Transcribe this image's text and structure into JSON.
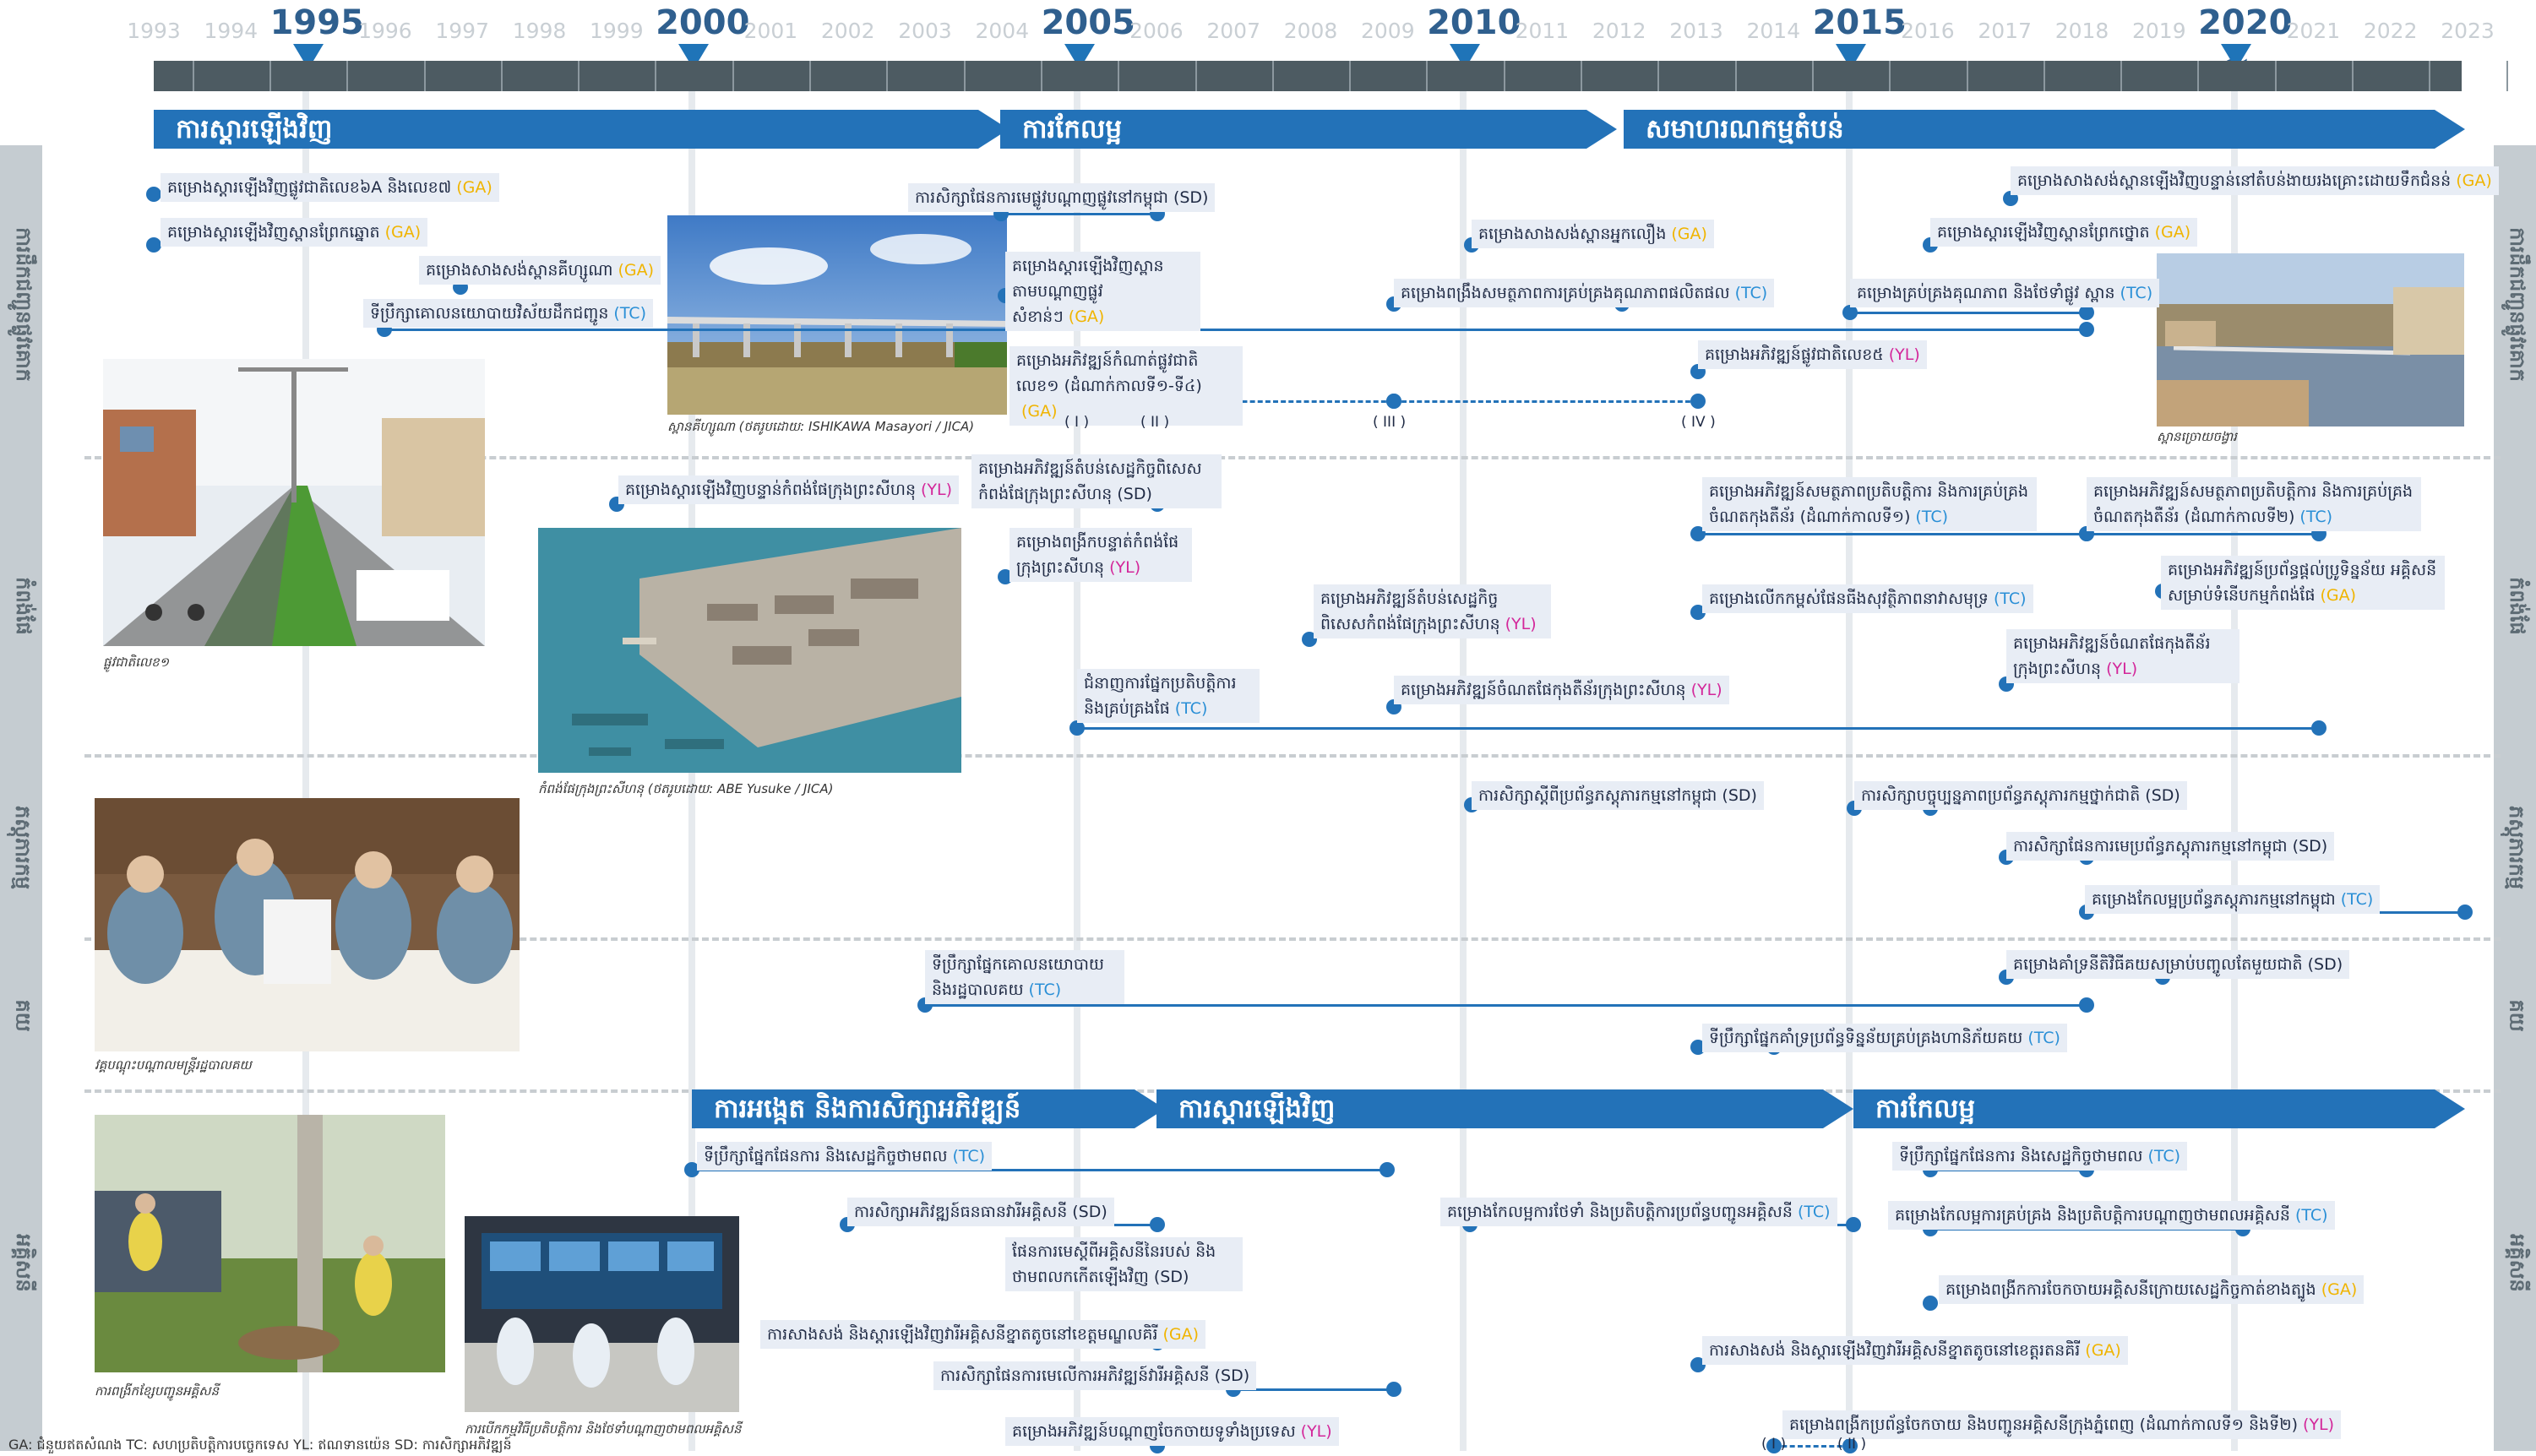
{
  "years": {
    "labels": [
      "1993",
      "1994",
      "1995",
      "1996",
      "1997",
      "1998",
      "1999",
      "2000",
      "2001",
      "2002",
      "2003",
      "2004",
      "2005",
      "2006",
      "2007",
      "2008",
      "2009",
      "2010",
      "2011",
      "2012",
      "2013",
      "2014",
      "2015",
      "2016",
      "2017",
      "2018",
      "2019",
      "2020 ~",
      "2021",
      "2022",
      "2023"
    ],
    "major": [
      "1995",
      "2000",
      "2005",
      "2010",
      "2015",
      "2020 ~"
    ]
  },
  "top_phases": [
    "ការស្តារឡើងវិញ",
    "ការកែលម្អ",
    "សមាហរណកម្មតំបន់"
  ],
  "power_phases": [
    "ការអង្កេត និងការសិក្សាអភិវឌ្ឍន៍",
    "ការស្តារឡើងវិញ",
    "ការកែលម្អ"
  ],
  "sections": {
    "transport": "ការដឹកជញ្ជូនផ្លូវគោក",
    "port": "កំពង់ផែ",
    "customs": "ភស្តុភារកម្ម",
    "tax": "គយ",
    "power": "អគ្គិសនី"
  },
  "projects": [
    {
      "text": "គម្រោងស្តារឡើងវិញផ្លូវជាតិលេខ៦A និងលេខ៧",
      "tag": "(GA)"
    },
    {
      "text": "គម្រោងស្តារឡើងវិញស្ពានព្រែកឆ្នោត",
      "tag": "(GA)"
    },
    {
      "text": "គម្រោងសាងសង់ស្ពានគីហ្សូណា",
      "tag": "(GA)"
    },
    {
      "text": "ទីប្រឹក្សាគោលនយោបាយវិស័យដឹកជញ្ជូន",
      "tag": "(TC)"
    },
    {
      "text": "ការសិក្សាផែនការមេផ្លូវបណ្តាញផ្លូវនៅកម្ពុជា",
      "tag": "(SD)"
    },
    {
      "text": "គម្រោងស្តារឡើងវិញស្ពាន តាមបណ្តាញផ្លូវសំខាន់ៗ",
      "tag": "(GA)"
    },
    {
      "text": "គម្រោងអភិវឌ្ឍន៍កំណាត់ផ្លូវជាតិ លេខ១ (ដំណាក់កាលទី១-ទី៤)",
      "tag": "(GA)"
    },
    {
      "text": "គម្រោងសាងសង់ស្ពានអ្នកលឿង",
      "tag": "(GA)"
    },
    {
      "text": "គម្រោងពង្រឹងសមត្ថភាពការគ្រប់គ្រងគុណភាពផលិតផល",
      "tag": "(TC)"
    },
    {
      "text": "គម្រោងអភិវឌ្ឍន៍ផ្លូវជាតិលេខ៥",
      "tag": "(YL)"
    },
    {
      "text": "គម្រោងសាងសង់ស្ពានឡើងវិញបន្ទាន់នៅតំបន់ងាយរងគ្រោះដោយទឹកជំនន់",
      "tag": "(GA)"
    },
    {
      "text": "គម្រោងស្តារឡើងវិញស្ពានព្រែកថ្នោត",
      "tag": "(GA)"
    },
    {
      "text": "គម្រោងគ្រប់គ្រងគុណភាព និងថែទាំផ្លូវ ស្ពាន",
      "tag": "(TC)"
    },
    {
      "text": "គម្រោងស្តារឡើងវិញបន្ទាន់កំពង់ផែក្រុងព្រះសីហនុ",
      "tag": "(YL)"
    },
    {
      "text": "គម្រោងអភិវឌ្ឍន៍តំបន់សេដ្ឋកិច្ចពិសេស កំពង់ផែក្រុងព្រះសីហនុ",
      "tag": "(SD)"
    },
    {
      "text": "គម្រោងពង្រីកបន្ទាត់កំពង់ផែ ក្រុងព្រះសីហនុ",
      "tag": "(YL)"
    },
    {
      "text": "គម្រោងអភិវឌ្ឍន៍តំបន់សេដ្ឋកិច្ច ពិសេសកំពង់ផែក្រុងព្រះសីហនុ",
      "tag": "(YL)"
    },
    {
      "text": "ជំនាញការផ្នែកប្រតិបត្តិការ និងគ្រប់គ្រងផែ",
      "tag": "(TC)"
    },
    {
      "text": "គម្រោងអភិវឌ្ឍន៍ចំណតផែកុងតឺន័រក្រុងព្រះសីហនុ",
      "tag": "(YL)"
    },
    {
      "text": "គម្រោងអភិវឌ្ឍន៍សមត្ថភាពប្រតិបត្តិការ និងការគ្រប់គ្រងចំណតកុងតឺន័រ (ដំណាក់កាលទី១)",
      "tag": "(TC)"
    },
    {
      "text": "គម្រោងអភិវឌ្ឍន៍សមត្ថភាពប្រតិបត្តិការ និងការគ្រប់គ្រងចំណតកុងតឺន័រ (ដំណាក់កាលទី២)",
      "tag": "(TC)"
    },
    {
      "text": "គម្រោងលើកកម្ពស់ផែនធីងសុវត្ថិភាពនាវាសមុទ្រ",
      "tag": "(TC)"
    },
    {
      "text": "គម្រោងអភិវឌ្ឍន៍ប្រព័ន្ធផ្តល់ប្រូទិន្នន័យ អគ្គិសនីសម្រាប់ទំនើបកម្មកំពង់ផែ",
      "tag": "(GA)"
    },
    {
      "text": "គម្រោងអភិវឌ្ឍន៍ចំណតផែកុងតឺន័រ ក្រុងព្រះសីហនុ",
      "tag": "(YL)"
    },
    {
      "text": "ការសិក្សាស្តីពីប្រព័ន្ធភស្តុភារកម្មនៅកម្ពុជា",
      "tag": "(SD)"
    },
    {
      "text": "ការសិក្សាបច្ចុប្បន្នភាពប្រព័ន្ធភស្តុភារកម្មថ្នាក់ជាតិ",
      "tag": "(SD)"
    },
    {
      "text": "ការសិក្សាផែនការមេប្រព័ន្ធភស្តុភារកម្មនៅកម្ពុជា",
      "tag": "(SD)"
    },
    {
      "text": "គម្រោងកែលម្អប្រព័ន្ធភស្តុភារកម្មនៅកម្ពុជា",
      "tag": "(TC)"
    },
    {
      "text": "ទីប្រឹក្សាផ្នែកគោលនយោបាយ និងរដ្ឋបាលគយ",
      "tag": "(TC)"
    },
    {
      "text": "គម្រោងគាំទ្រនីតិវិធីគយសម្រាប់បញ្ចូលតែមួយជាតិ",
      "tag": "(SD)"
    },
    {
      "text": "ទីប្រឹក្សាផ្នែកគាំទ្រប្រព័ន្ធទិន្នន័យគ្រប់គ្រងហានិភ័យគយ",
      "tag": "(TC)"
    },
    {
      "text": "ទីប្រឹក្សាផ្នែកផែនការ និងសេដ្ឋកិច្ចថាមពល",
      "tag": "(TC)"
    },
    {
      "text": "ការសិក្សាអភិវឌ្ឍន៍ធនធានវារីអគ្គិសនី",
      "tag": "(SD)"
    },
    {
      "text": "ផែនការមេស្តីពីអគ្គិសនីនៃរបស់ និងថាមពលកកើតឡើងវិញ",
      "tag": "(SD)"
    },
    {
      "text": "ការសាងសង់ និងស្តារឡើងវិញវារីអគ្គិសនីខ្នាតតូចនៅខេត្តមណ្ឌលគិរី",
      "tag": "(GA)"
    },
    {
      "text": "ការសិក្សាផែនការមេលើការអភិវឌ្ឍន៍វារីអគ្គិសនី",
      "tag": "(SD)"
    },
    {
      "text": "គម្រោងអភិវឌ្ឍន៍បណ្តាញចែកចាយទូទាំងប្រទេស",
      "tag": "(YL)"
    },
    {
      "text": "គម្រោងកែលម្អការថែទាំ និងប្រតិបត្តិការប្រព័ន្ធបញ្ជូនអគ្គិសនី",
      "tag": "(TC)"
    },
    {
      "text": "ទីប្រឹក្សាផ្នែកផែនការ និងសេដ្ឋកិច្ចថាមពល",
      "tag": "(TC)"
    },
    {
      "text": "គម្រោងកែលម្អការគ្រប់គ្រង និងប្រតិបត្តិការបណ្តាញថាមពលអគ្គិសនី",
      "tag": "(TC)"
    },
    {
      "text": "គម្រោងពង្រីកការចែកចាយអគ្គិសនីក្រោយសេដ្ឋកិច្ចកាត់ខាងត្បូង",
      "tag": "(GA)"
    },
    {
      "text": "ការសាងសង់ និងស្តារឡើងវិញវារីអគ្គិសនីខ្នាតតូចនៅខេត្តរតនគិរី",
      "tag": "(GA)"
    },
    {
      "text": "គម្រោងពង្រីកប្រព័ន្ធចែកចាយ និងបញ្ជូនអគ្គិសនីក្រុងភ្នំពេញ (ដំណាក់កាលទី១ និងទី២)",
      "tag": "(YL)"
    }
  ],
  "roman": [
    "( I )",
    "( II )",
    "( III )",
    "( IV )",
    "( I )",
    "( II )"
  ],
  "captions": [
    "ស្ពានគីហ្សូណា (ថតរូបដោយ: ISHIKAWA Masayori / JICA)",
    "ផ្លូវជាតិលេខ១",
    "ស្ពានច្រោយចង្វារ",
    "កំពង់ផែក្រុងព្រះសីហនុ (ថតរូបដោយ: ABE Yusuke / JICA)",
    "វគ្គបណ្តុះបណ្តាលមន្ត្រីរដ្ឋបាលគយ",
    "ការពង្រីកខ្សែបញ្ជូនអគ្គិសនី",
    "ការបើកកម្មវិធីប្រតិបត្តិការ និងថែទាំបណ្តាញថាមពលអគ្គិសនី"
  ],
  "legend": "GA: ជំនួយឥតសំណង   TC: សហប្រតិបត្តិការបច្ចេកទេស   YL: ឥណទានយ៉េន   SD: ការសិក្សាអភិវឌ្ឍន៍",
  "colors": {
    "accent": "#2372b8",
    "GA": "#f0b400",
    "TC": "#2a8fd6",
    "YL": "#d3279a"
  }
}
